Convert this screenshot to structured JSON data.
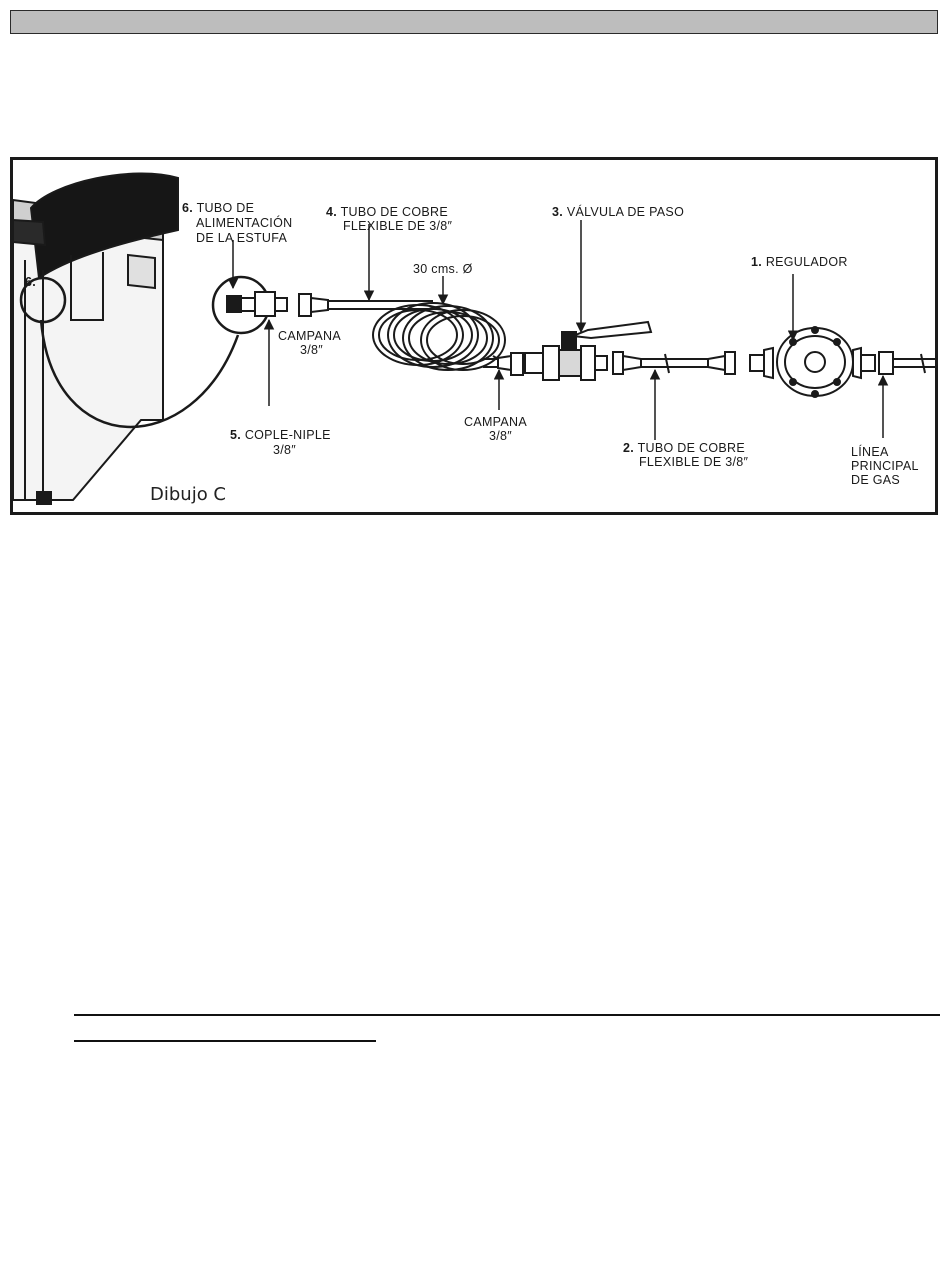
{
  "diagram": {
    "caption": "Dibujo C",
    "coil_diameter": "30 cms. Ø",
    "callouts": {
      "c1": {
        "num": "1.",
        "text": "REGULADOR"
      },
      "c2": {
        "num": "2.",
        "line1": "TUBO DE COBRE",
        "line2": "FLEXIBLE DE 3/8″"
      },
      "c3": {
        "num": "3.",
        "text": "VÁLVULA DE PASO"
      },
      "c4": {
        "num": "4.",
        "line1": "TUBO DE COBRE",
        "line2": "FLEXIBLE DE 3/8″"
      },
      "c5": {
        "num": "5.",
        "line1": "COPLE-NIPLE",
        "line2": "3/8″"
      },
      "c6": {
        "num": "6.",
        "line1": "TUBO DE",
        "line2": "ALIMENTACIÓN",
        "line3": "DE LA ESTUFA"
      },
      "detail_num": "6.",
      "campana_left": {
        "line1": "CAMPANA",
        "line2": "3/8″"
      },
      "campana_mid": {
        "line1": "CAMPANA",
        "line2": "3/8″"
      },
      "linea": {
        "line1": "LÍNEA",
        "line2": "PRINCIPAL",
        "line3": "DE GAS"
      }
    }
  }
}
